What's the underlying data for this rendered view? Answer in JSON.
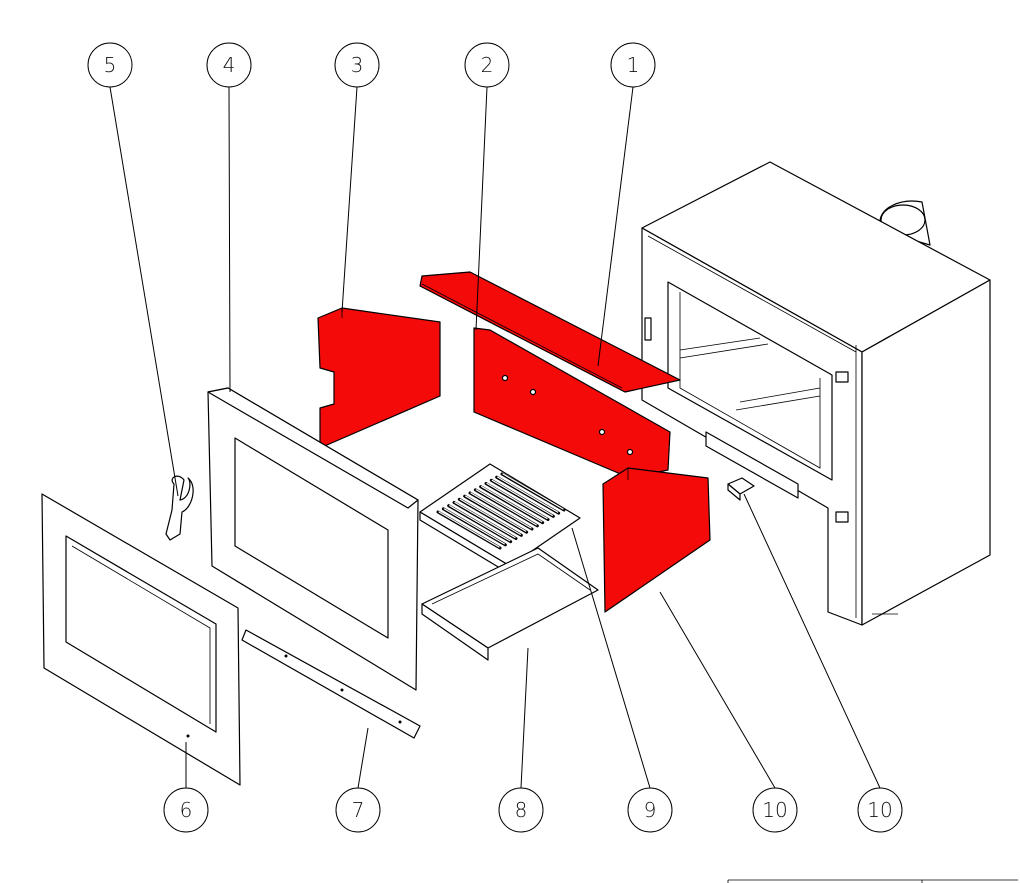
{
  "balloons": [
    {
      "id": "5",
      "label": "5"
    },
    {
      "id": "4",
      "label": "4"
    },
    {
      "id": "3",
      "label": "3"
    },
    {
      "id": "2",
      "label": "2"
    },
    {
      "id": "1",
      "label": "1"
    },
    {
      "id": "6",
      "label": "6"
    },
    {
      "id": "7",
      "label": "7"
    },
    {
      "id": "8",
      "label": "8"
    },
    {
      "id": "9",
      "label": "9"
    },
    {
      "id": "10a",
      "label": "10"
    },
    {
      "id": "10b",
      "label": "10"
    }
  ],
  "colors": {
    "refractory": "#f50a0a",
    "line": "#000000",
    "background": "#ffffff"
  }
}
